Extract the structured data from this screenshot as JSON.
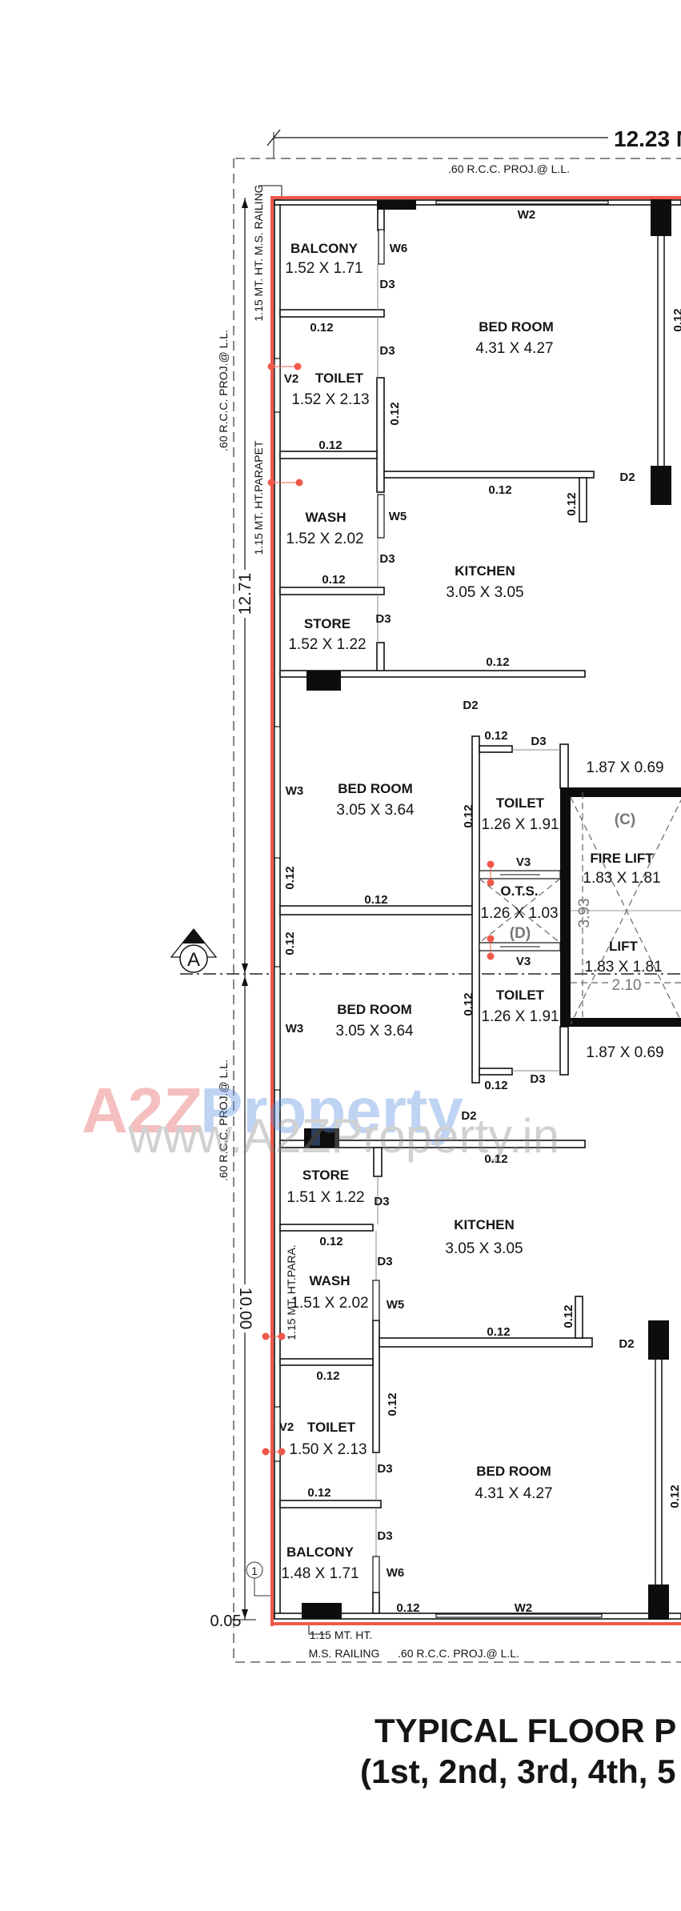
{
  "title": {
    "line1": "TYPICAL FLOOR P",
    "line2": "(1st, 2nd, 3rd, 4th, 5"
  },
  "dimensions": {
    "overall_width": "12.23 M",
    "upper_height": "12.71",
    "lower_height": "10.00",
    "shaft_height": "3.93",
    "shaft_width": "2.10",
    "offset": "0.05",
    "wall_thickness": "0.12"
  },
  "notes": {
    "rcc_projection": ".60 R.C.C. PROJ.@ L.L.",
    "railing_vertical": "1.15 MT. HT. M.S. RAILING",
    "parapet": "1.15 MT. HT.PARAPET",
    "parapet_short": "1.15 MT. HT.PARA.",
    "railing_line1": "1.15 MT. HT.",
    "railing_line2": "M.S. RAILING"
  },
  "rooms": [
    {
      "name": "BALCONY",
      "size": "1.52 X 1.71"
    },
    {
      "name": "TOILET",
      "size": "1.52 X 2.13"
    },
    {
      "name": "BED ROOM",
      "size": "4.31 X 4.27"
    },
    {
      "name": "WASH",
      "size": "1.52 X 2.02"
    },
    {
      "name": "KITCHEN",
      "size": "3.05 X 3.05"
    },
    {
      "name": "STORE",
      "size": "1.52 X 1.22"
    },
    {
      "name": "BED ROOM",
      "size": "3.05 X 3.64"
    },
    {
      "name": "TOILET",
      "size": "1.26 X 1.91"
    },
    {
      "name": "O.T.S.",
      "size": "1.26 X 1.03"
    },
    {
      "name": "TOILET",
      "size": "1.26 X 1.91"
    },
    {
      "name": "BED ROOM",
      "size": "3.05 X 3.64"
    },
    {
      "name": "STORE",
      "size": "1.51 X 1.22"
    },
    {
      "name": "KITCHEN",
      "size": "3.05 X 3.05"
    },
    {
      "name": "WASH",
      "size": "1.51 X 2.02"
    },
    {
      "name": "TOILET",
      "size": "1.50 X 2.13"
    },
    {
      "name": "BED ROOM",
      "size": "4.31 X 4.27"
    },
    {
      "name": "BALCONY",
      "size": "1.48 X 1.71"
    },
    {
      "name": "FIRE LIFT",
      "size": "1.83 X 1.81"
    },
    {
      "name": "LIFT",
      "size": "1.83 X 1.81"
    }
  ],
  "lobby_size": "1.87 X 0.69",
  "openings": {
    "d2": "D2",
    "d3": "D3",
    "w2": "W2",
    "w3": "W3",
    "w5": "W5",
    "w6": "W6",
    "v2": "V2",
    "v3": "V3"
  },
  "markers": {
    "fire_lift": "(C)",
    "ots": "(D)",
    "section": "A",
    "grid": "1"
  },
  "watermark": {
    "brand_a": "A2Z",
    "brand_b": "Property",
    "url": "www.A2ZProperty.in"
  },
  "colors": {
    "outline": "#f0584a",
    "walls": "#111111"
  }
}
